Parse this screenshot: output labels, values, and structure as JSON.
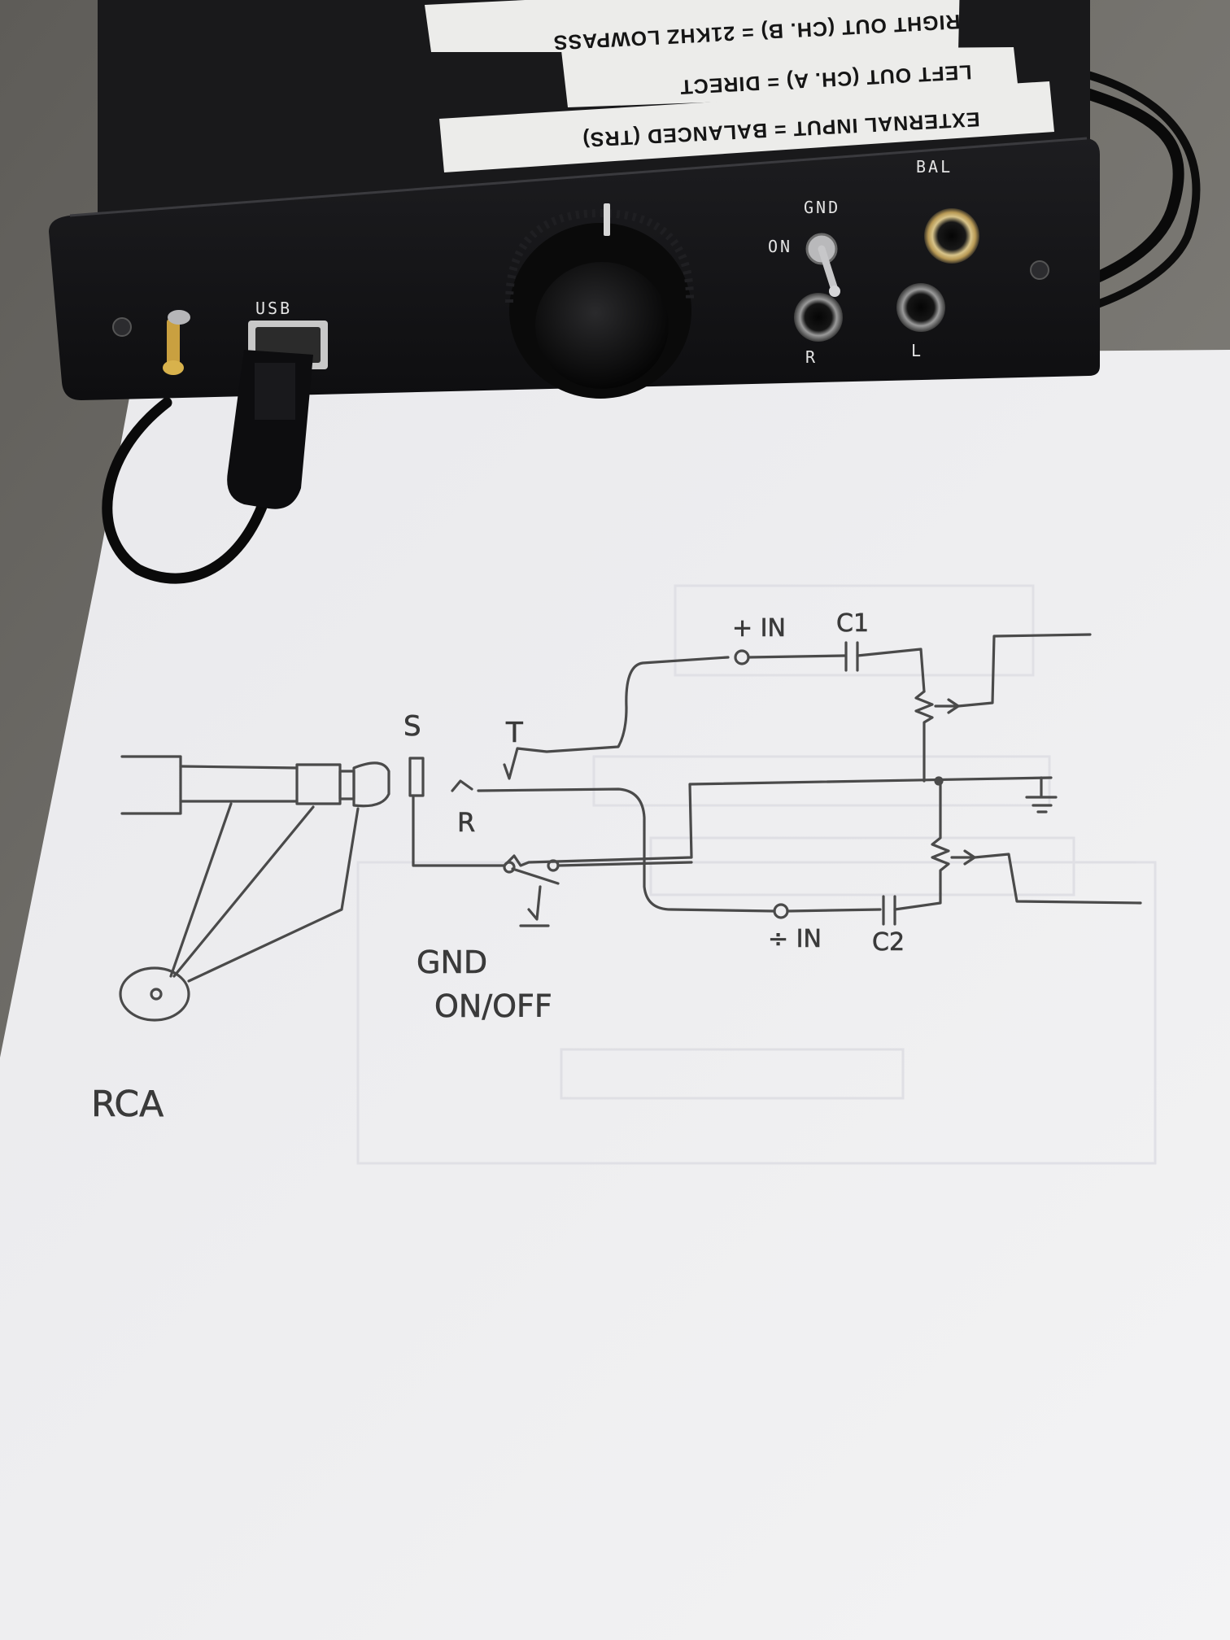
{
  "device": {
    "labels": [
      "RIGHT OUT (CH. B) = 21KHZ LOWPASS",
      "LEFT OUT (CH. A) = DIRECT",
      "EXTERNAL INPUT = BALANCED (TRS)"
    ],
    "panel": {
      "usb": "USB",
      "gnd": "GND",
      "on": "ON",
      "bal": "BAL",
      "r": "R",
      "l": "L"
    }
  },
  "sketch": {
    "plus_in": "+ IN",
    "c1": "C1",
    "minus_in": "÷ IN",
    "c2": "C2",
    "s": "S",
    "t": "T",
    "r": "R",
    "gnd_line1": "GND",
    "gnd_line2": "ON/OFF",
    "rca": "RCA"
  },
  "colors": {
    "table": "#6c6a66",
    "paper": "#efefef",
    "enclosure": "#141416",
    "ink": "#4a4a4a",
    "brass": "#c9a040"
  }
}
